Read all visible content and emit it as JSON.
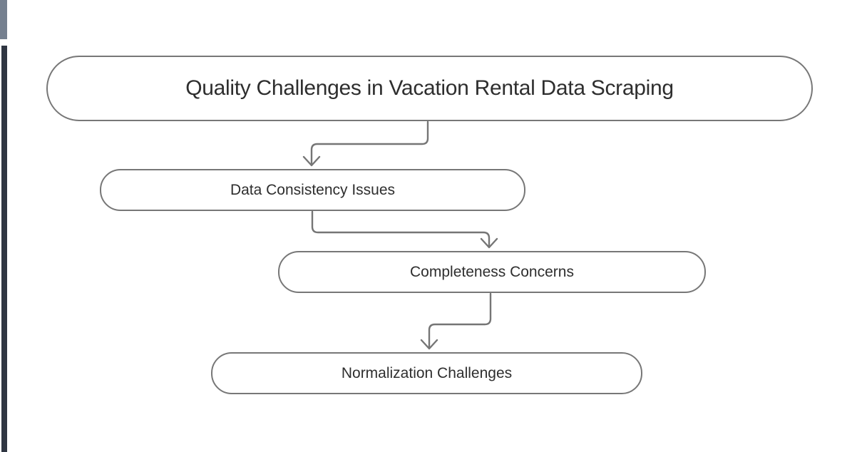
{
  "page": {
    "background_color": "#ffffff"
  },
  "accents": {
    "top_bar_color": "#75808F",
    "side_bar_color": "#2F3642"
  },
  "diagram": {
    "type": "flowchart",
    "direction": "top-down",
    "colors": {
      "node_border": "#777777",
      "node_fill": "#ffffff",
      "node_text": "#2e2e2e",
      "connector": "#757575"
    },
    "nodes": [
      {
        "id": "title",
        "role": "title",
        "label": "Quality Challenges in Vacation Rental Data Scraping"
      },
      {
        "id": "data-consistency",
        "role": "step",
        "label": "Data Consistency Issues"
      },
      {
        "id": "completeness",
        "role": "step",
        "label": "Completeness Concerns"
      },
      {
        "id": "normalization",
        "role": "step",
        "label": "Normalization Challenges"
      }
    ],
    "edges": [
      {
        "from": "title",
        "to": "data-consistency",
        "arrow": "chevron"
      },
      {
        "from": "data-consistency",
        "to": "completeness",
        "arrow": "chevron"
      },
      {
        "from": "completeness",
        "to": "normalization",
        "arrow": "chevron"
      }
    ]
  }
}
